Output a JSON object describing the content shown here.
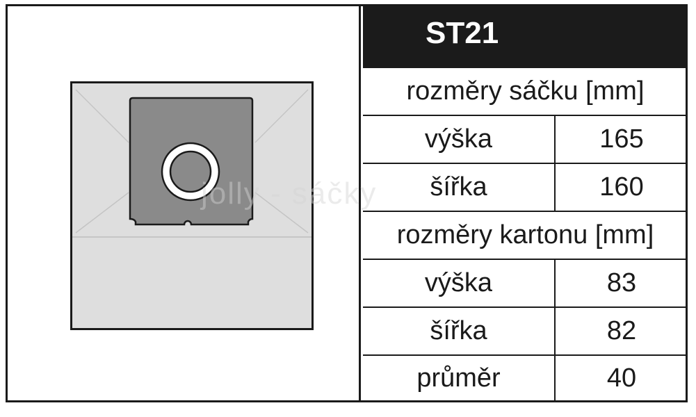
{
  "title": "ST21",
  "watermark": "jolly - sáčky",
  "bag_section": {
    "header": "rozměry sáčku [mm]",
    "rows": [
      {
        "label": "výška",
        "value": "165"
      },
      {
        "label": "šířka",
        "value": "160"
      }
    ]
  },
  "carton_section": {
    "header": "rozměry kartonu [mm]",
    "rows": [
      {
        "label": "výška",
        "value": "83"
      },
      {
        "label": "šířka",
        "value": "82"
      },
      {
        "label": "průměr",
        "value": "40"
      }
    ]
  },
  "colors": {
    "bag_fill": "#dedede",
    "collar_fill": "#8a8a8a",
    "outline": "#1a1a1a",
    "title_bg": "#1b1b1b"
  }
}
